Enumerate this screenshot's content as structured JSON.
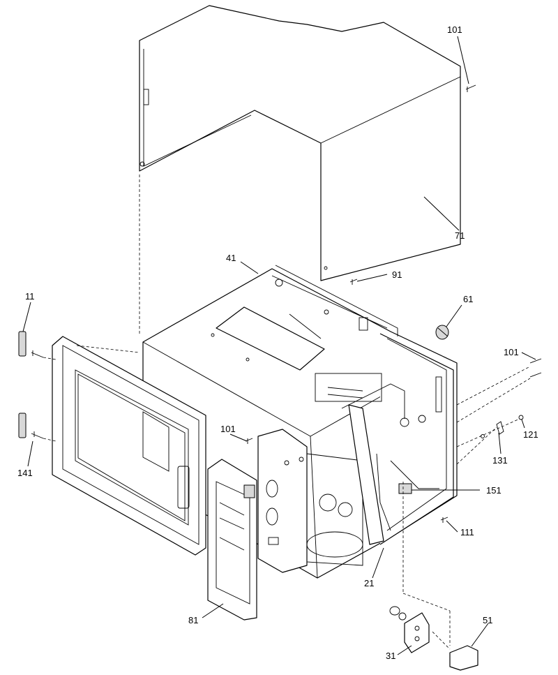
{
  "callouts": {
    "c11": "11",
    "c141": "141",
    "c41": "41",
    "c101_top": "101",
    "c71": "71",
    "c91": "91",
    "c61": "61",
    "c101_right": "101",
    "c121": "121",
    "c131": "131",
    "c151": "151",
    "c101_mid": "101",
    "c111": "111",
    "c21": "21",
    "c81": "81",
    "c31": "31",
    "c51": "51"
  }
}
